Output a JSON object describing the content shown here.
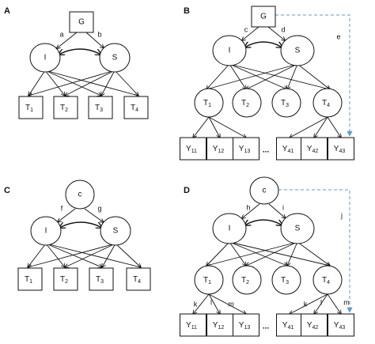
{
  "panels": {
    "A": {
      "label": "A",
      "g": "G",
      "edges": [
        "a",
        "b"
      ],
      "latents": [
        "I",
        "S"
      ],
      "t": [
        {
          "b": "T",
          "s": "1"
        },
        {
          "b": "T",
          "s": "2"
        },
        {
          "b": "T",
          "s": "3"
        },
        {
          "b": "T",
          "s": "4"
        }
      ]
    },
    "B": {
      "label": "B",
      "g": "G",
      "edges": [
        "c",
        "d",
        "e"
      ],
      "latents": [
        "I",
        "S"
      ],
      "t": [
        {
          "b": "T",
          "s": "1"
        },
        {
          "b": "T",
          "s": "2"
        },
        {
          "b": "T",
          "s": "3"
        },
        {
          "b": "T",
          "s": "4"
        }
      ],
      "y": [
        {
          "b": "Y",
          "s": "11"
        },
        {
          "b": "Y",
          "s": "12"
        },
        {
          "b": "Y",
          "s": "13"
        },
        {
          "b": "Y",
          "s": "41"
        },
        {
          "b": "Y",
          "s": "42"
        },
        {
          "b": "Y",
          "s": "43"
        }
      ],
      "ellipsis": "..."
    },
    "C": {
      "label": "C",
      "g": "c",
      "edges": [
        "f",
        "g"
      ],
      "latents": [
        "I",
        "S"
      ],
      "t": [
        {
          "b": "T",
          "s": "1"
        },
        {
          "b": "T",
          "s": "2"
        },
        {
          "b": "T",
          "s": "3"
        },
        {
          "b": "T",
          "s": "4"
        }
      ]
    },
    "D": {
      "label": "D",
      "g": "c",
      "edges": [
        "h",
        "i",
        "j",
        "k",
        "l",
        "m",
        "k",
        "l",
        "m"
      ],
      "latents": [
        "I",
        "S"
      ],
      "t": [
        {
          "b": "T",
          "s": "1"
        },
        {
          "b": "T",
          "s": "2"
        },
        {
          "b": "T",
          "s": "3"
        },
        {
          "b": "T",
          "s": "4"
        }
      ],
      "y": [
        {
          "b": "Y",
          "s": "11"
        },
        {
          "b": "Y",
          "s": "12"
        },
        {
          "b": "Y",
          "s": "13"
        },
        {
          "b": "Y",
          "s": "41"
        },
        {
          "b": "Y",
          "s": "42"
        },
        {
          "b": "Y",
          "s": "43"
        }
      ],
      "ellipsis": "..."
    }
  },
  "colors": {
    "line": "#111111",
    "dashed": "#5b9bd5"
  }
}
